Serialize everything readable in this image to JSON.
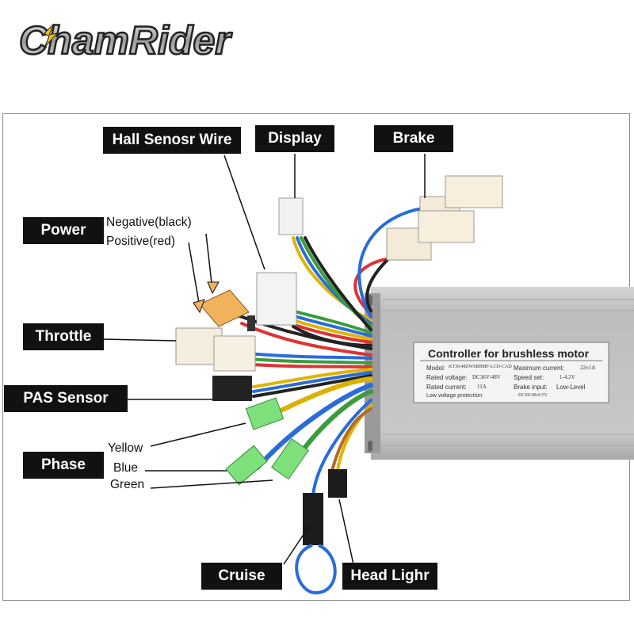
{
  "brand": {
    "logo_text": "ChamRider"
  },
  "controller": {
    "title": "Controller for brushless motor",
    "specs": [
      {
        "label": "Model:",
        "value": "KT36/48ZWSRBMF-LCD-CAD"
      },
      {
        "label": "Maximum current:",
        "value": "22±1A"
      },
      {
        "label": "Rated voltage:",
        "value": "DC36V/48V"
      },
      {
        "label": "Speed set:",
        "value": "1-4.2V"
      },
      {
        "label": "Rated current:",
        "value": "11A"
      },
      {
        "label": "Brake input:",
        "value": "Low-Level"
      },
      {
        "label": "Low voltage protection:",
        "value": "DC29/38±0.5V"
      }
    ]
  },
  "labels": {
    "hall": "Hall Senosr Wire",
    "display": "Display",
    "brake": "Brake",
    "power": "Power",
    "power_negative": "Negative(black)",
    "power_positive": "Positive(red)",
    "throttle": "Throttle",
    "pas": "PAS Sensor",
    "phase": "Phase",
    "phase_yellow": "Yellow",
    "phase_blue": "Blue",
    "phase_green": "Green",
    "cruise": "Cruise",
    "head_light": "Head Lighr"
  },
  "colors": {
    "label_bg": "#111111",
    "label_text": "#ffffff",
    "controller_body": "#b8b8b8",
    "connector_green": "#7ee07a",
    "power_connector": "#f0b25a"
  }
}
